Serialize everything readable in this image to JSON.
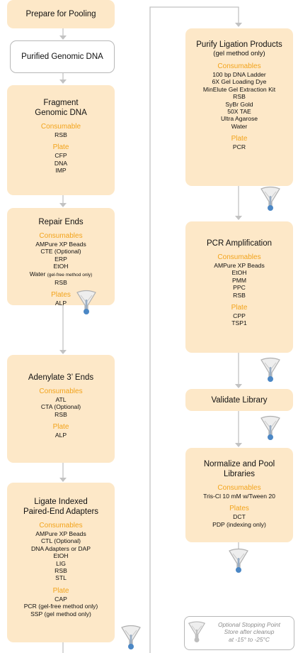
{
  "colors": {
    "box_fill": "#fde8c8",
    "section_heading": "#f2a31b",
    "connector": "#c2c2c2",
    "stop_icon": "#4b87c5"
  },
  "left_column": {
    "prepare": {
      "title": "Prepare for Pooling"
    },
    "purified": {
      "title": "Purified Genomic DNA"
    },
    "fragment": {
      "title": "Fragment",
      "title2": "Genomic DNA",
      "consumables_heading": "Consumable",
      "consumables": [
        "RSB"
      ],
      "plates_heading": "Plate",
      "plates": [
        "CFP",
        "DNA",
        "IMP"
      ]
    },
    "repair": {
      "title": "Repair Ends",
      "consumables_heading": "Consumables",
      "consumables": [
        "AMPure XP Beads",
        "CTE (Optional)",
        "ERP",
        "EtOH"
      ],
      "water_label": "Water",
      "water_note": "(gel-free method only)",
      "consumables_after": [
        "RSB"
      ],
      "plates_heading": "Plates",
      "plates": [
        "ALP"
      ]
    },
    "adenylate": {
      "title": "Adenylate 3’ Ends",
      "consumables_heading": "Consumables",
      "consumables": [
        "ATL",
        "CTA (Optional)",
        "RSB"
      ],
      "plates_heading": "Plate",
      "plates": [
        "ALP"
      ]
    },
    "ligate": {
      "title": "Ligate Indexed",
      "title2": "Paired-End Adapters",
      "consumables_heading": "Consumables",
      "consumables": [
        "AMPure XP Beads",
        "CTL (Optional)",
        "DNA Adapters or DAP",
        "EtOH",
        "LIG",
        "RSB",
        "STL"
      ],
      "plates_heading": "Plate",
      "plates": [
        "CAP",
        "PCR (gel-free method only)",
        "SSP (gel method only)"
      ]
    }
  },
  "right_column": {
    "purify": {
      "title": "Purify Ligation Products",
      "subtitle": "(gel method only)",
      "consumables_heading": "Consumables",
      "consumables": [
        "100 bp DNA Ladder",
        "6X Gel Loading Dye",
        "MinElute Gel Extraction Kit",
        "RSB",
        "SyBr Gold",
        "50X TAE",
        "Ultra Agarose",
        "Water"
      ],
      "plates_heading": "Plate",
      "plates": [
        "PCR"
      ]
    },
    "pcr": {
      "title": "PCR Amplification",
      "consumables_heading": "Consumables",
      "consumables": [
        "AMPure XP Beads",
        "EtOH",
        "PMM",
        "PPC",
        "RSB"
      ],
      "plates_heading": "Plate",
      "plates": [
        "CPP",
        "TSP1"
      ]
    },
    "validate": {
      "title": "Validate Library"
    },
    "normalize": {
      "title": "Normalize and Pool",
      "title2": "Libraries",
      "consumables_heading": "Consumables",
      "consumables": [
        "Tris-Cl 10 mM w/Tween 20"
      ],
      "plates_heading": "Plates",
      "plates": [
        "DCT",
        "PDP (indexing only)"
      ]
    }
  },
  "legend": {
    "line1": "Optional Stopping Point",
    "line2": "Store after cleanup",
    "line3": "at -15° to -25°C",
    "icon": "stopping-point-icon"
  }
}
